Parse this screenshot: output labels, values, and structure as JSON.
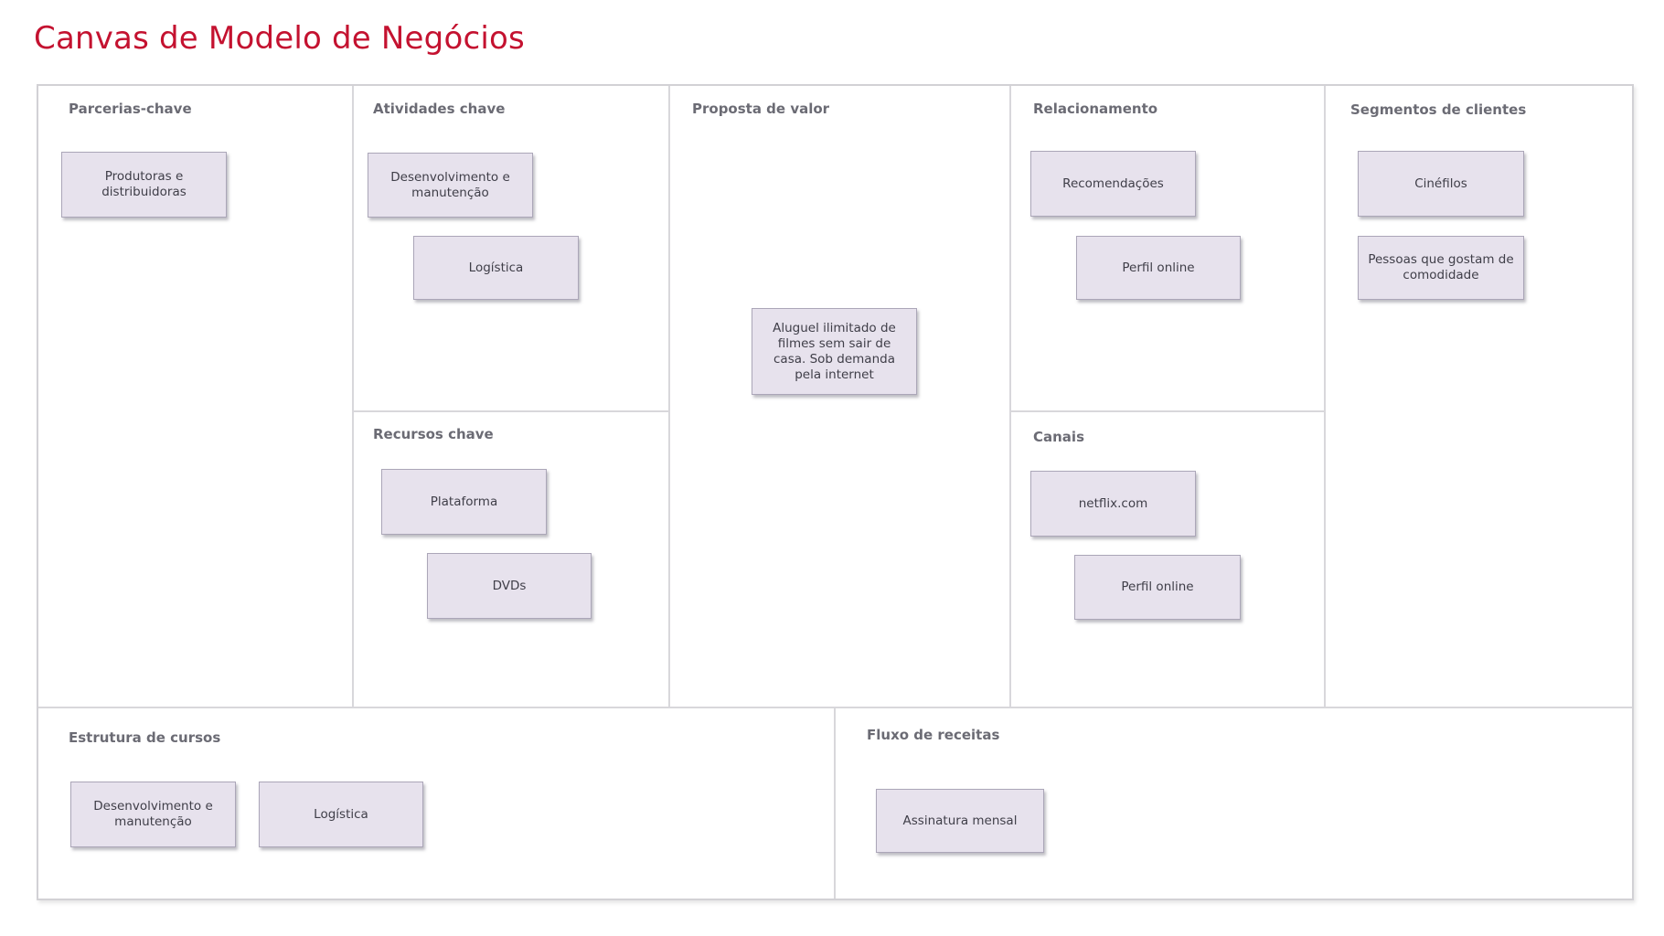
{
  "title": "Canvas de Modelo de Negócios",
  "colors": {
    "title_red": "#c41230",
    "header_gray": "#6b6b74",
    "card_background": "#e7e2ed",
    "card_border": "#aba6b8",
    "card_text": "#3f3e48",
    "grid_line": "#d8d7db"
  },
  "sections": [
    {
      "id": "parcerias-chave",
      "label": "Parcerias-chave",
      "cards": [
        "Produtoras e distribuidoras"
      ]
    },
    {
      "id": "atividades-chave",
      "label": "Atividades chave",
      "cards": [
        "Desenvolvimento e manutenção",
        "Logística"
      ]
    },
    {
      "id": "recursos-chave",
      "label": "Recursos chave",
      "cards": [
        "Plataforma",
        "DVDs"
      ]
    },
    {
      "id": "proposta-de-valor",
      "label": "Proposta de valor",
      "cards": [
        "Aluguel ilimitado de filmes sem sair de casa. Sob demanda pela internet"
      ]
    },
    {
      "id": "relacionamento",
      "label": "Relacionamento",
      "cards": [
        "Recomendações",
        "Perfil online"
      ]
    },
    {
      "id": "canais",
      "label": "Canais",
      "cards": [
        "netflix.com",
        "Perfil online"
      ]
    },
    {
      "id": "segmentos-de-clientes",
      "label": "Segmentos de clientes",
      "cards": [
        "Cinéfilos",
        "Pessoas que gostam de comodidade"
      ]
    },
    {
      "id": "estrutura-de-cursos",
      "label": "Estrutura de cursos",
      "cards": [
        "Desenvolvimento e manutenção",
        "Logística"
      ]
    },
    {
      "id": "fluxo-de-receitas",
      "label": "Fluxo de receitas",
      "cards": [
        "Assinatura mensal"
      ]
    }
  ]
}
